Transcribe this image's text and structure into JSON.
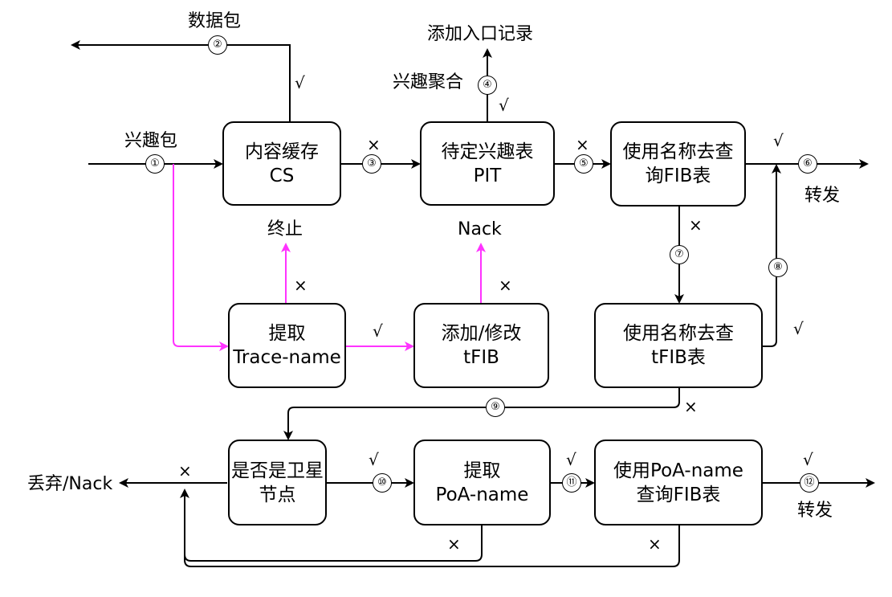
{
  "boxes": {
    "cs": [
      "内容缓存",
      "CS"
    ],
    "pit": [
      "待定兴趣表",
      "PIT"
    ],
    "fib": [
      "使用名称去查",
      "询FIB表"
    ],
    "trace": [
      "提取",
      "Trace-name"
    ],
    "tfib_edit": [
      "添加/修改",
      "tFIB"
    ],
    "tfib": [
      "使用名称去查",
      "tFIB表"
    ],
    "sat": [
      "是否是卫星",
      "节点"
    ],
    "poa": [
      "提取",
      "PoA-name"
    ],
    "poa_fib": [
      "使用PoA-name",
      "查询FIB表"
    ]
  },
  "labels": {
    "interest": "兴趣包",
    "data": "数据包",
    "add_entry": "添加入口记录",
    "aggregate": "兴趣聚合",
    "forward1": "转发",
    "forward2": "转发",
    "terminate": "终止",
    "nack": "Nack",
    "drop": "丢弃/Nack"
  },
  "yes_mark": "√",
  "no_mark": "×",
  "step_numbers": [
    "①",
    "②",
    "③",
    "④",
    "⑤",
    "⑥",
    "⑦",
    "⑧",
    "⑨",
    "⑩",
    "⑪",
    "⑫"
  ],
  "colors": {
    "line": "#000000",
    "highlight": "#ff33ff"
  }
}
